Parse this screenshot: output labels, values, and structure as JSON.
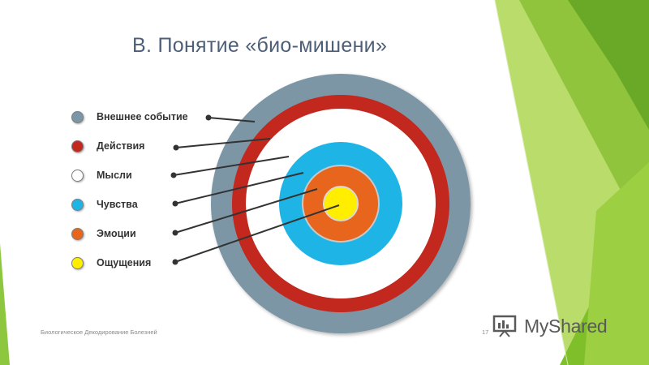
{
  "slide": {
    "title": "В. Понятие «био-мишени»",
    "footer": "Биологическое Декодирование Болезней",
    "page_number": "17",
    "watermark": "MyShared"
  },
  "legend": [
    {
      "label": "Внешнее событие",
      "color": "#7b96a6"
    },
    {
      "label": "Действия",
      "color": "#c2281d"
    },
    {
      "label": "Мысли",
      "color": "#ffffff"
    },
    {
      "label": "Чувства",
      "color": "#1eb4e6"
    },
    {
      "label": "Эмоции",
      "color": "#e8651d"
    },
    {
      "label": "Ощущения",
      "color": "#ffee00"
    }
  ],
  "colors": {
    "green_light": "#a4cf3c",
    "green_mid": "#8dc63f",
    "green_dark": "#6aa827",
    "title": "#4d5f78"
  }
}
